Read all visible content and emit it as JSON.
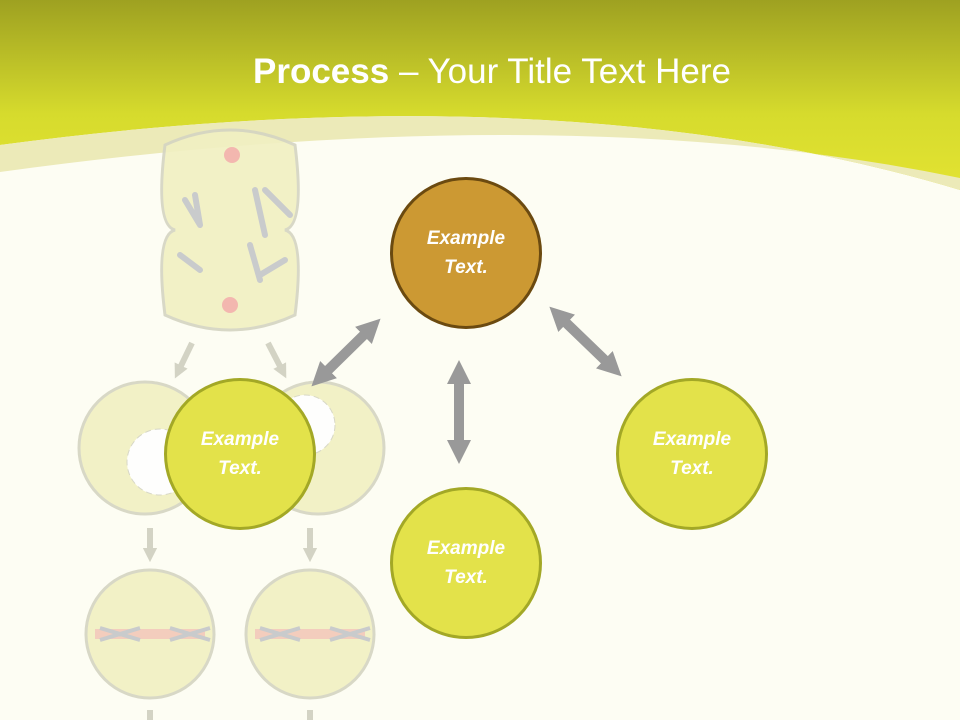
{
  "title": {
    "bold": "Process",
    "separator": " – ",
    "rest": "Your Title Text Here"
  },
  "nodes": [
    {
      "id": "top",
      "text": "Example Text.",
      "color": "#cc9933"
    },
    {
      "id": "left",
      "text": "Example Text.",
      "color": "#e3e24a"
    },
    {
      "id": "bottom",
      "text": "Example Text.",
      "color": "#e3e24a"
    },
    {
      "id": "right",
      "text": "Example Text.",
      "color": "#e3e24a"
    }
  ],
  "colors": {
    "header": "#d8dc2c",
    "background": "#fdfdf3",
    "arrow": "#999999"
  }
}
